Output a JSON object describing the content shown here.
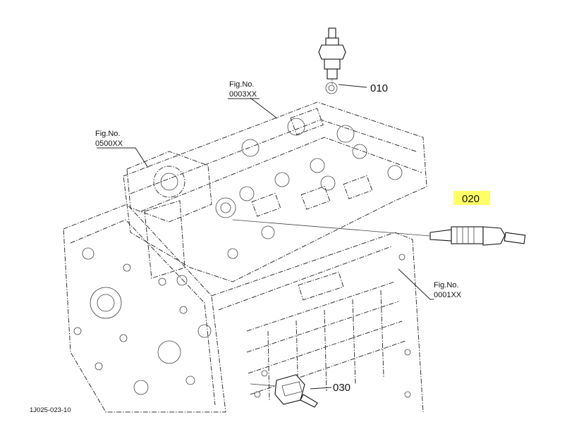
{
  "parts": [
    {
      "id": "010",
      "label": "010"
    },
    {
      "id": "020",
      "label": "020",
      "highlight_color": "#ffff66"
    },
    {
      "id": "030",
      "label": "030"
    }
  ],
  "figure_refs": [
    {
      "title": "Fig.No.",
      "number": "0003XX"
    },
    {
      "title": "Fig.No.",
      "number": "0500XX"
    },
    {
      "title": "Fig.No.",
      "number": "0001XX"
    }
  ],
  "drawing_code": "1J025-023-10"
}
